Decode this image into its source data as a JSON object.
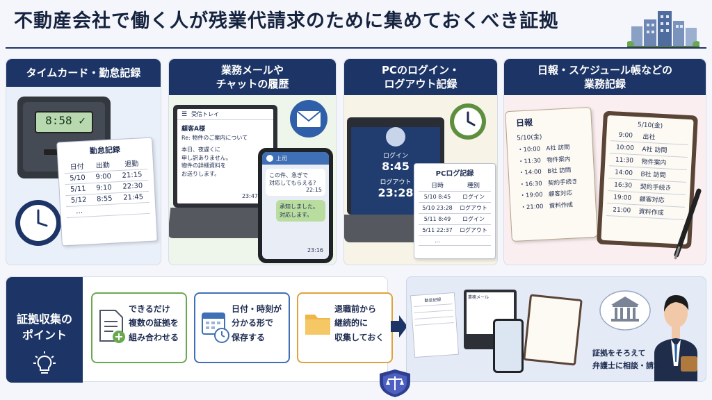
{
  "title": "不動産会社で働く人が残業代請求のために集めておくべき証拠",
  "cards": [
    {
      "title": "タイムカード・勤怠記録",
      "clock_display": "8:58 ✓",
      "sheet": {
        "title": "勤怠記録",
        "columns": [
          "日付",
          "出勤",
          "退勤"
        ],
        "rows": [
          [
            "5/10",
            "9:00",
            "21:15"
          ],
          [
            "5/11",
            "9:10",
            "22:30"
          ],
          [
            "5/12",
            "8:55",
            "21:45"
          ],
          [
            "…",
            "",
            ""
          ]
        ]
      }
    },
    {
      "title": "業務メールや\nチャットの履歴",
      "inbox_label": "受信トレイ",
      "email": {
        "to": "顧客A様",
        "subject": "Re: 物件のご案内について",
        "body": "本日、夜遅くに\n申し訳ありません。\n物件の詳細資料を\nお送りします。",
        "time": "23:47"
      },
      "chat": {
        "sender": "上司",
        "message": "この件、急ぎで\n対応してもらえる?",
        "message_time": "22:15",
        "reply": "承知しました。\n対応します。",
        "reply_time": "23:16"
      }
    },
    {
      "title": "PCのログイン・\nログアウト記録",
      "login_label": "ログイン",
      "login_time": "8:45",
      "logout_label": "ログアウト",
      "logout_time": "23:28",
      "log": {
        "title": "PCログ記録",
        "columns": [
          "日時",
          "種別"
        ],
        "rows": [
          [
            "5/10  8:45",
            "ログイン"
          ],
          [
            "5/10 23:28",
            "ログアウト"
          ],
          [
            "5/11  8:49",
            "ログイン"
          ],
          [
            "5/11 22:37",
            "ログアウト"
          ],
          [
            "…",
            ""
          ]
        ]
      }
    },
    {
      "title": "日報・スケジュール帳などの\n業務記録",
      "report": {
        "title": "日報",
        "date": "5/10(金)",
        "entries": [
          "・10:00　A社 訪問",
          "・11:30　物件案内",
          "・14:00　B社 訪問",
          "・16:30　契約手続き",
          "・19:00　顧客対応",
          "・21:00　資料作成"
        ]
      },
      "schedule": {
        "date": "5/10(金)",
        "rows": [
          [
            "9:00",
            "出社"
          ],
          [
            "10:00",
            "A社 訪問"
          ],
          [
            "11:30",
            "物件案内"
          ],
          [
            "14:00",
            "B社 訪問"
          ],
          [
            "16:30",
            "契約手続き"
          ],
          [
            "19:00",
            "顧客対応"
          ],
          [
            "21:00",
            "資料作成"
          ]
        ]
      }
    }
  ],
  "points": {
    "title": "証拠収集の\nポイント",
    "items": [
      {
        "text": "できるだけ\n複数の証拠を\n組み合わせる",
        "color": "#6aa84f"
      },
      {
        "text": "日付・時刻が\n分かる形で\n保存する",
        "color": "#3f6fb5"
      },
      {
        "text": "退職前から\n継続的に\n収集しておく",
        "color": "#e0a23a"
      }
    ]
  },
  "result": {
    "sheet_title": "勤怠記録",
    "mail_title": "業務メール",
    "caption": "証拠をそろえて\n弁護士に相談・請求へ"
  }
}
